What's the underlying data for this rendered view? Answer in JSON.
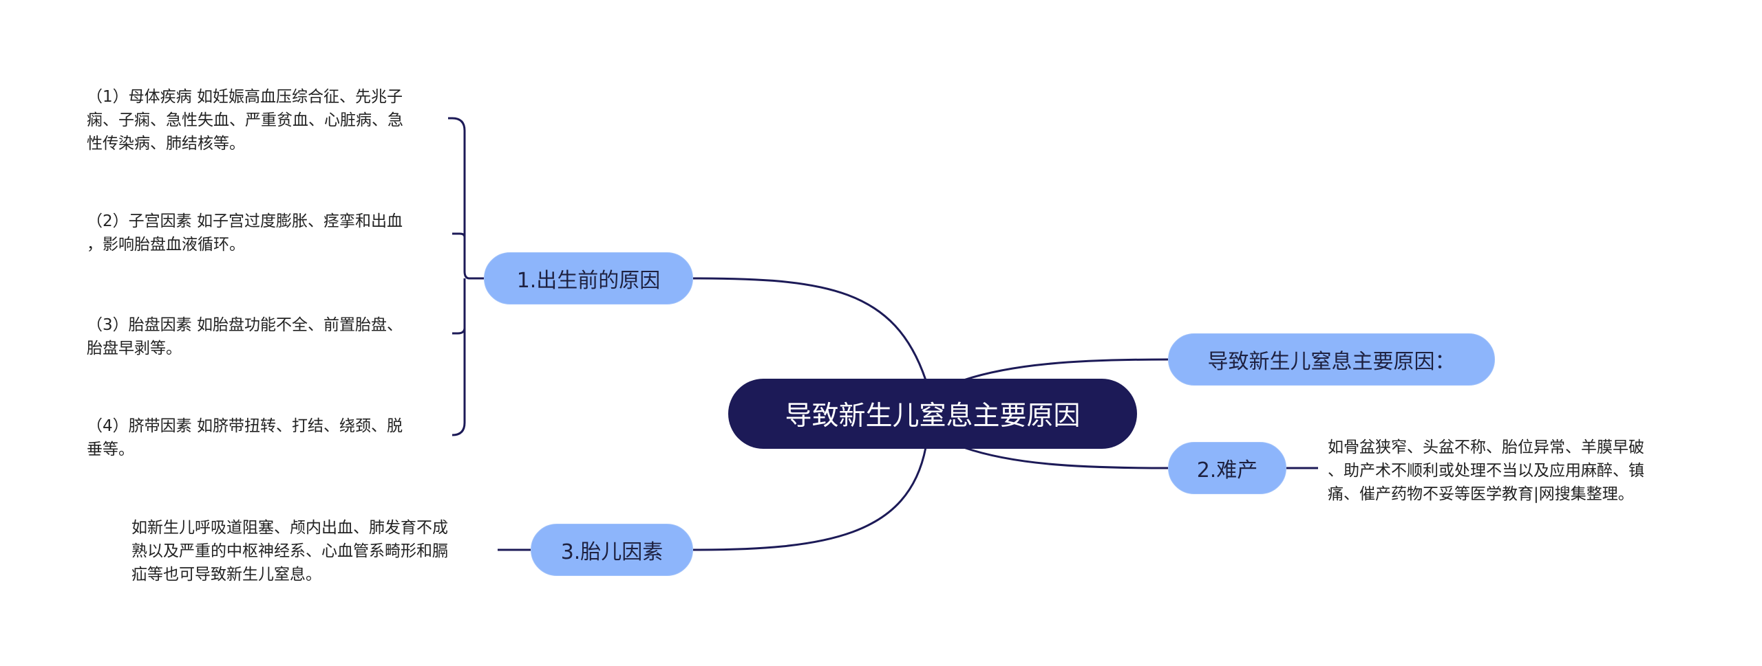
{
  "root": {
    "label": "导致新生儿窒息主要原因"
  },
  "branches": {
    "before_birth": {
      "label": "1.出生前的原因",
      "leaves": [
        [
          "（1）母体疾病 如妊娠高血压综合征、先兆子",
          "痫、子痫、急性失血、严重贫血、心脏病、急",
          "性传染病、肺结核等。"
        ],
        [
          "（2）子宫因素 如子宫过度膨胀、痉挛和出血",
          "，影响胎盘血液循环。"
        ],
        [
          "（3）胎盘因素 如胎盘功能不全、前置胎盘、",
          "胎盘早剥等。"
        ],
        [
          "（4）脐带因素 如脐带扭转、打结、绕颈、脱",
          "垂等。"
        ]
      ]
    },
    "fetal": {
      "label": "3.胎儿因素",
      "leaf": [
        "如新生儿呼吸道阻塞、颅内出血、肺发育不成",
        "熟以及严重的中枢神经系、心血管系畸形和膈",
        "疝等也可导致新生儿窒息。"
      ]
    },
    "main_causes": {
      "label": "导致新生儿窒息主要原因："
    },
    "dystocia": {
      "label": "2.难产",
      "leaf": [
        "如骨盆狭窄、头盆不称、胎位异常、羊膜早破",
        "、助产术不顺利或处理不当以及应用麻醉、镇",
        "痛、催产药物不妥等医学教育|网搜集整理。"
      ]
    }
  },
  "colors": {
    "root_bg": "#1c1a57",
    "branch_bg": "#8db5fb",
    "line": "#1c1a57",
    "text": "#222222"
  }
}
